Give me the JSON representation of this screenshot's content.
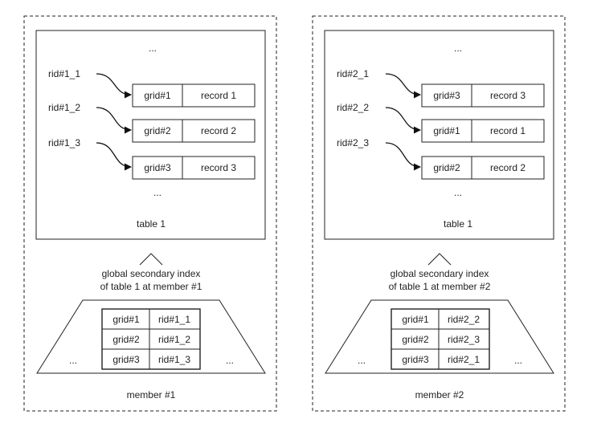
{
  "members": [
    {
      "label": "member #1",
      "table": {
        "label": "table 1",
        "ellipsis_top": "...",
        "ellipsis_bottom": "...",
        "rows": [
          {
            "rid": "rid#1_1",
            "grid": "grid#1",
            "record": "record 1"
          },
          {
            "rid": "rid#1_2",
            "grid": "grid#2",
            "record": "record 2"
          },
          {
            "rid": "rid#1_3",
            "grid": "grid#3",
            "record": "record 3"
          }
        ]
      },
      "index": {
        "caption_line1": "global secondary index",
        "caption_line2": "of table 1 at member #1",
        "ellipsis_left": "...",
        "ellipsis_right": "...",
        "rows": [
          {
            "grid": "grid#1",
            "rid": "rid#1_1"
          },
          {
            "grid": "grid#2",
            "rid": "rid#1_2"
          },
          {
            "grid": "grid#3",
            "rid": "rid#1_3"
          }
        ]
      }
    },
    {
      "label": "member #2",
      "table": {
        "label": "table 1",
        "ellipsis_top": "...",
        "ellipsis_bottom": "...",
        "rows": [
          {
            "rid": "rid#2_1",
            "grid": "grid#3",
            "record": "record 3"
          },
          {
            "rid": "rid#2_2",
            "grid": "grid#1",
            "record": "record 1"
          },
          {
            "rid": "rid#2_3",
            "grid": "grid#2",
            "record": "record 2"
          }
        ]
      },
      "index": {
        "caption_line1": "global secondary index",
        "caption_line2": "of table 1 at member #2",
        "ellipsis_left": "...",
        "ellipsis_right": "...",
        "rows": [
          {
            "grid": "grid#1",
            "rid": "rid#2_2"
          },
          {
            "grid": "grid#2",
            "rid": "rid#2_3"
          },
          {
            "grid": "grid#3",
            "rid": "rid#2_1"
          }
        ]
      }
    }
  ]
}
